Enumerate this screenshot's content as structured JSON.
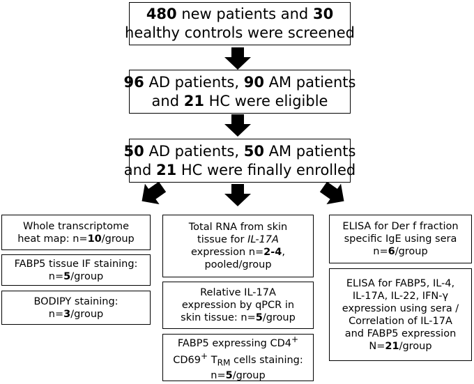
{
  "top": {
    "box1": {
      "n1": "480",
      "t1": " new patients and ",
      "n2": "30",
      "t2": "healthy controls were screened"
    },
    "box2": {
      "n1": "96",
      "t1": " AD patients, ",
      "n2": "90",
      "t2": " AM patients",
      "t3": "and ",
      "n3": "21",
      "t4": " HC were eligible"
    },
    "box3": {
      "n1": "50",
      "t1": " AD patients, ",
      "n2": "50",
      "t2": " AM patients",
      "t3": "and ",
      "n3": "21",
      "t4": " HC were finally enrolled"
    }
  },
  "left": {
    "box1": {
      "l1": "Whole transcriptome",
      "l2a": "heat map: n=",
      "l2b": "10",
      "l2c": "/group"
    },
    "box2": {
      "l1": "FABP5 tissue IF staining:",
      "l2a": "n=",
      "l2b": "5",
      "l2c": "/group"
    },
    "box3": {
      "l1": "BODIPY staining:",
      "l2a": "n=",
      "l2b": "3",
      "l2c": "/group"
    }
  },
  "middle": {
    "box1": {
      "l1": "Total RNA from skin",
      "l2a": "tissue for ",
      "l2b": "IL-17A",
      "l3a": "expression n=",
      "l3b": "2-4",
      "l3c": ",",
      "l4": "pooled/group"
    },
    "box2": {
      "l1": "Relative IL-17A",
      "l2": "expression by qPCR in",
      "l3a": "skin tissue: n=",
      "l3b": "5",
      "l3c": "/group"
    },
    "box3": {
      "l1a": "FABP5 expressing CD4",
      "l1b": "+",
      "l2a": "CD69",
      "l2b": "+",
      "l2c": " T",
      "l2d": "RM",
      "l2e": " cells staining:",
      "l3a": "n=",
      "l3b": "5",
      "l3c": "/group"
    }
  },
  "right": {
    "box1": {
      "l1": "ELISA for Der f fraction",
      "l2": "specific IgE using sera",
      "l3a": "n=",
      "l3b": "6",
      "l3c": "/group"
    },
    "box2": {
      "l1": "ELISA for FABP5, IL-4,",
      "l2": "IL-17A, IL-22, IFN-γ",
      "l3": "expression using sera /",
      "l4": "Correlation of IL-17A",
      "l5": "and FABP5 expression",
      "l6a": "N=",
      "l6b": "21",
      "l6c": "/group"
    }
  }
}
